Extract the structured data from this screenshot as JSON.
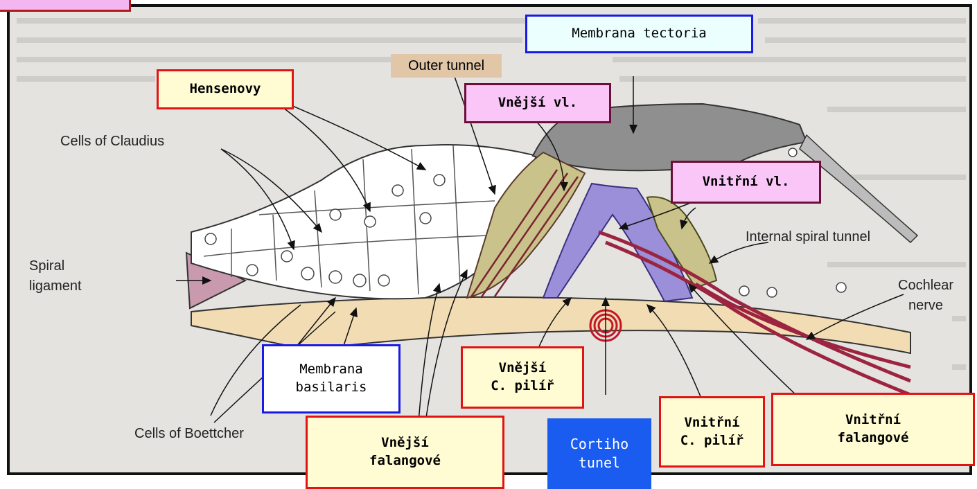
{
  "labels_cz": {
    "membrana_tectoria": "Membrana tectoria",
    "hensenovy": "Hensenovy",
    "vnejsi_vl": "Vnější vl.",
    "vnitrni_vl": "Vnitřní vl.",
    "membrana_basilaris": "Membrana\nbasilaris",
    "vnejsi_c_pilir": "Vnější\nC. pilíř",
    "vnejsi_falangove": "Vnější\nfalangové",
    "cortiho_tunel": "Cortiho\ntunel",
    "vnitrni_c_pilir": "Vnitřní\nC. pilíř",
    "vnitrni_falangove": "Vnitřní\nfalangové"
  },
  "labels_en": {
    "outer_tunnel": "Outer tunnel",
    "cells_of_claudius": "Cells of Claudius",
    "spiral_ligament": "Spiral\nligament",
    "internal_spiral_tunnel": "Internal spiral tunnel",
    "cochlear_nerve": "Cochlear\nnerve",
    "cells_of_boettcher": "Cells of Boettcher"
  },
  "colors": {
    "frame_background": "#e4e3e0",
    "basilar_membrane": "#f2dcb4",
    "spiral_ligament": "#c99aae",
    "tectorial_membrane": "#8f8f8f",
    "hair_cells": "#c9c28a",
    "pillar_cells": "#9a8fd8",
    "nerve": "#9c2440",
    "label_red_border": "#e21313",
    "label_blue_border": "#1a1ae6",
    "label_fill_yellow": "#fffbd2",
    "label_fill_pink": "#f9c6f7",
    "cortiho_fill": "#1a5cf0"
  }
}
